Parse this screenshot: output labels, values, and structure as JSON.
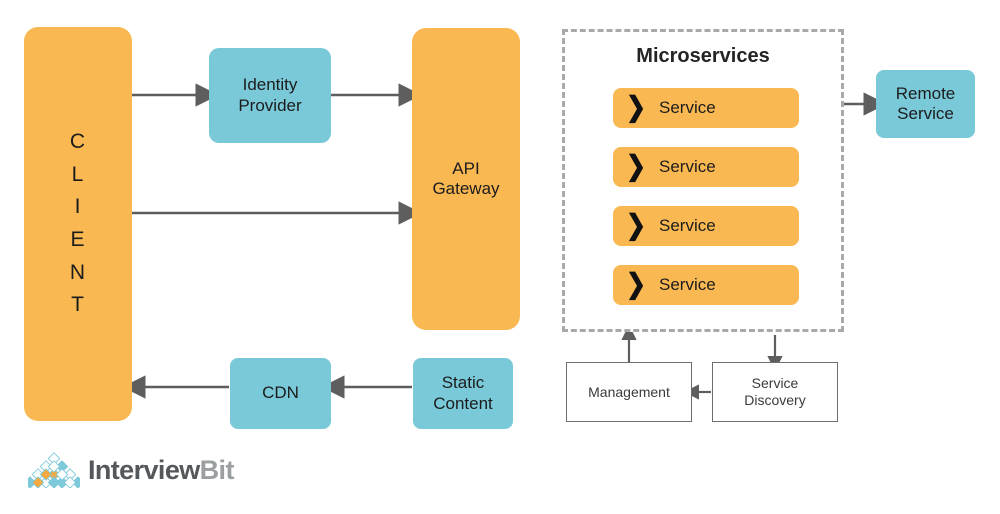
{
  "colors": {
    "orange": "#f9b852",
    "teal": "#79c9d9",
    "arrow": "#5e5e5e",
    "dashed_border": "#a9a9a9",
    "plain_border": "#6e6e6e",
    "text_dark": "#1c1c1c"
  },
  "client": {
    "label": "CLIENT",
    "letters": [
      "C",
      "L",
      "I",
      "E",
      "N",
      "T"
    ]
  },
  "identity_provider": {
    "label": "Identity Provider",
    "lines": [
      "Identity",
      "Provider"
    ]
  },
  "api_gateway": {
    "label": "API Gateway",
    "lines": [
      "API",
      "Gateway"
    ]
  },
  "cdn": {
    "label": "CDN",
    "lines": [
      "CDN"
    ]
  },
  "static_content": {
    "label": "Static Content",
    "lines": [
      "Static",
      "Content"
    ]
  },
  "microservices": {
    "title": "Microservices",
    "services": [
      {
        "icon": "chevron-right-icon",
        "glyph": "❯",
        "label": "Service"
      },
      {
        "icon": "chevron-right-icon",
        "glyph": "❯",
        "label": "Service"
      },
      {
        "icon": "chevron-right-icon",
        "glyph": "❯",
        "label": "Service"
      },
      {
        "icon": "chevron-right-icon",
        "glyph": "❯",
        "label": "Service"
      }
    ]
  },
  "remote_service": {
    "label": "Remote Service",
    "lines": [
      "Remote",
      "Service"
    ]
  },
  "management": {
    "label": "Management",
    "lines": [
      "Management"
    ]
  },
  "service_discovery": {
    "label": "Service Discovery",
    "lines": [
      "Service",
      "Discovery"
    ]
  },
  "logo": {
    "word_primary": "Interview",
    "word_secondary": "Bit",
    "mark": "interviewbit-diamond-mark"
  },
  "connections": [
    {
      "name": "client-to-identity-provider",
      "from": "client",
      "to": "identity_provider",
      "direction": "right"
    },
    {
      "name": "identity-provider-to-api-gateway",
      "from": "identity_provider",
      "to": "api_gateway",
      "direction": "right"
    },
    {
      "name": "client-to-api-gateway",
      "from": "client",
      "to": "api_gateway",
      "direction": "right"
    },
    {
      "name": "cdn-to-client",
      "from": "cdn",
      "to": "client",
      "direction": "left"
    },
    {
      "name": "static-content-to-cdn",
      "from": "static_content",
      "to": "cdn",
      "direction": "left"
    },
    {
      "name": "service-to-remote-service",
      "from": "microservices",
      "to": "remote_service",
      "direction": "right"
    },
    {
      "name": "management-to-microservices",
      "from": "management",
      "to": "microservices",
      "direction": "up"
    },
    {
      "name": "microservices-to-service-discovery",
      "from": "microservices",
      "to": "service_discovery",
      "direction": "down"
    },
    {
      "name": "service-discovery-to-management",
      "from": "service_discovery",
      "to": "management",
      "direction": "left"
    }
  ]
}
